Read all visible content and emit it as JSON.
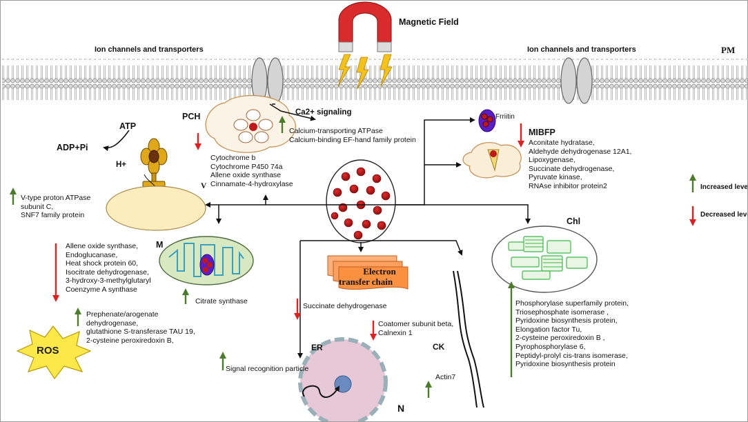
{
  "membrane": {
    "left_label": "Ion channels and transporters",
    "right_label": "Ion channels and transporters",
    "pm_label": "PM"
  },
  "magnet": {
    "label": "Magnetic Field"
  },
  "ca_signal": {
    "label": "Ca2+ signaling"
  },
  "calcium_up": [
    "Calcium-transporting ATPase",
    "Calcium-binding  EF-hand family protein"
  ],
  "pch": {
    "label": "PCH",
    "items": [
      "Cytochrome b",
      "Cytochrome P450 74a",
      "Allene oxide synthase",
      "Cinnamate-4-hydroxylase"
    ]
  },
  "atp": {
    "atp": "ATP",
    "adp": "ADP+Pi",
    "hplus": "H+"
  },
  "vacuole": {
    "label": "V",
    "items": [
      "V-type proton ATPase",
      "subunit C,",
      "SNF7 family protein"
    ]
  },
  "ferritin": {
    "label": "Frriitin"
  },
  "mibfp": {
    "label": "MIBFP",
    "items": [
      "Aconitate hydratase,",
      "Aldehyde dehydrogenase 12A1,",
      "Lipoxygenase,",
      "Succinate dehydrogenase,",
      "Pyruvate kinase,",
      "RNAse inhibitor protein2"
    ]
  },
  "legend": {
    "increased": "Increased levels",
    "decreased": "Decreased levels"
  },
  "mito": {
    "label": "M",
    "down_items": [
      "Allene oxide synthase,",
      "Endoglucanase,",
      "Heat shock protein 60,",
      "Isocitrate dehydrogenase,",
      "3-hydroxy-3-methylglutaryl",
      "Coenzyme A synthase"
    ],
    "up_item": "Citrate synthase"
  },
  "ros": {
    "label": "ROS",
    "items": [
      "Prephenate/arogenate",
      "dehydrogenase,",
      "glutathione S-transferase TAU 19,",
      "2-cysteine peroxiredoxin B,"
    ]
  },
  "etc": {
    "title_line1": "Electron",
    "title_line2": "transfer chain",
    "down_item": "Succinate dehydrogenase"
  },
  "er": {
    "label": "ER",
    "nucleus": "N",
    "down_items": [
      "Coatomer subunit beta,",
      "Calnexin 1"
    ],
    "up_item": "Signal recognition particle"
  },
  "ck": {
    "label": "CK",
    "up_item": "Actin7"
  },
  "chl": {
    "label": "Chl",
    "items": [
      "Phosphorylase superfamily protein,",
      "Triosephosphate isomerase ,",
      "Pyridoxine biosynthesis protein,",
      "Elongation factor Tu,",
      "2-cysteine peroxiredoxin B ,",
      "Pyrophosphorylase 6,",
      "Peptidyl-prolyl cis-trans isomerase,",
      "Pyridoxine biosynthesis protein"
    ]
  },
  "colors": {
    "increase": "#4a7c2a",
    "decrease": "#e02020",
    "particle": "#c01818",
    "vesicle": "#5a1ec8"
  }
}
